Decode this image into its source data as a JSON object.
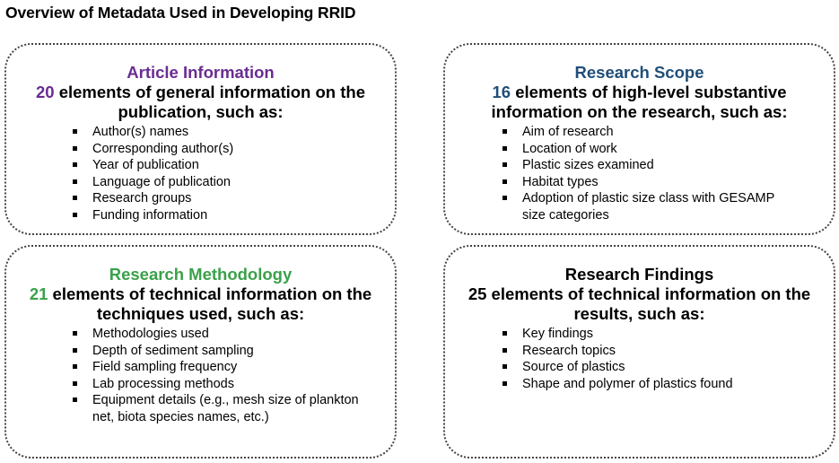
{
  "title": "Overview of Metadata Used in Developing RRID",
  "panels": [
    {
      "heading": "Article Information",
      "count": "20",
      "description": "elements of general information on the publication, such as:",
      "items": [
        "Author(s) names",
        "Corresponding author(s)",
        "Year of publication",
        "Language of publication",
        "Research groups",
        "Funding information"
      ]
    },
    {
      "heading": "Research Scope",
      "count": "16",
      "description": "elements of high-level substantive information on the research, such as:",
      "items": [
        "Aim of research",
        "Location of work",
        "Plastic sizes examined",
        "Habitat types",
        "Adoption of plastic size class with GESAMP size categories"
      ]
    },
    {
      "heading": "Research Methodology",
      "count": "21",
      "description": "elements of technical information on the techniques used, such as:",
      "items": [
        "Methodologies used",
        "Depth of sediment sampling",
        "Field sampling frequency",
        "Lab processing methods",
        "Equipment details (e.g., mesh size of plankton net, biota species names, etc.)"
      ]
    },
    {
      "heading": "Research Findings",
      "count": "25",
      "description": "elements of technical information on the results, such as:",
      "items": [
        "Key findings",
        "Research topics",
        "Source of plastics",
        "Shape and polymer of plastics found"
      ]
    }
  ],
  "colors": {
    "article_information": "#6a2c91",
    "research_scope": "#1f4e79",
    "research_methodology": "#3aa14a",
    "research_findings": "#000000"
  }
}
